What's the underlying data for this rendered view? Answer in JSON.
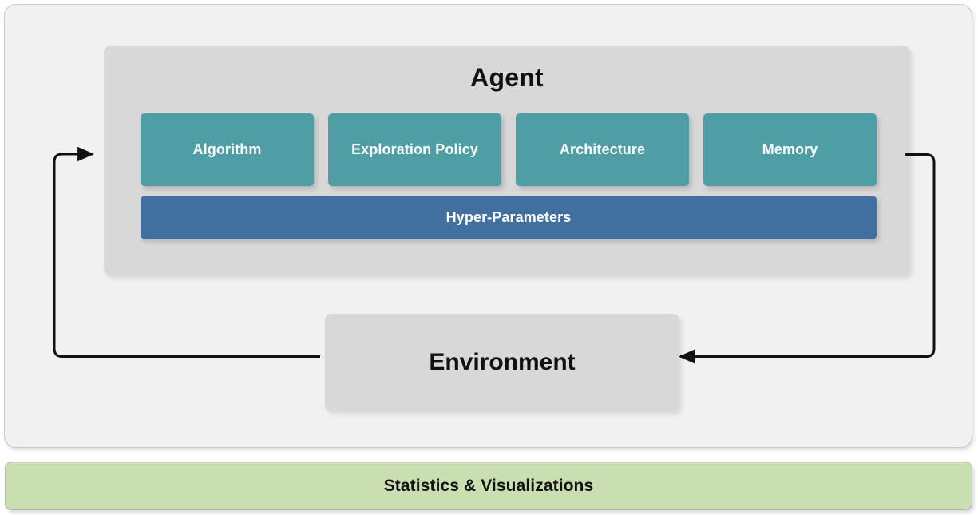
{
  "diagram": {
    "outer_panel": {
      "name": "rl-coach-architecture-panel",
      "background_color": "#f1f1f1",
      "border_color": "#c9c9c9"
    },
    "agent": {
      "title": "Agent",
      "background_color": "#d8d8d8",
      "components": [
        {
          "label": "Algorithm"
        },
        {
          "label": "Exploration Policy"
        },
        {
          "label": "Architecture"
        },
        {
          "label": "Memory"
        }
      ],
      "component_color": "#4f9ea5",
      "hyper_parameters": {
        "label": "Hyper-Parameters",
        "color": "#41709f"
      }
    },
    "environment": {
      "label": "Environment",
      "background_color": "#d8d8d8"
    },
    "connectors": [
      {
        "name": "environment-to-agent-arrow",
        "direction": "right",
        "from": "environment",
        "to": "agent",
        "color": "#111111"
      },
      {
        "name": "agent-to-environment-arrow",
        "direction": "left",
        "from": "agent",
        "to": "environment",
        "color": "#111111"
      }
    ],
    "statistics_bar": {
      "label": "Statistics & Visualizations",
      "background_color": "#c9dfb1",
      "border_color": "#b8b8b8"
    }
  }
}
